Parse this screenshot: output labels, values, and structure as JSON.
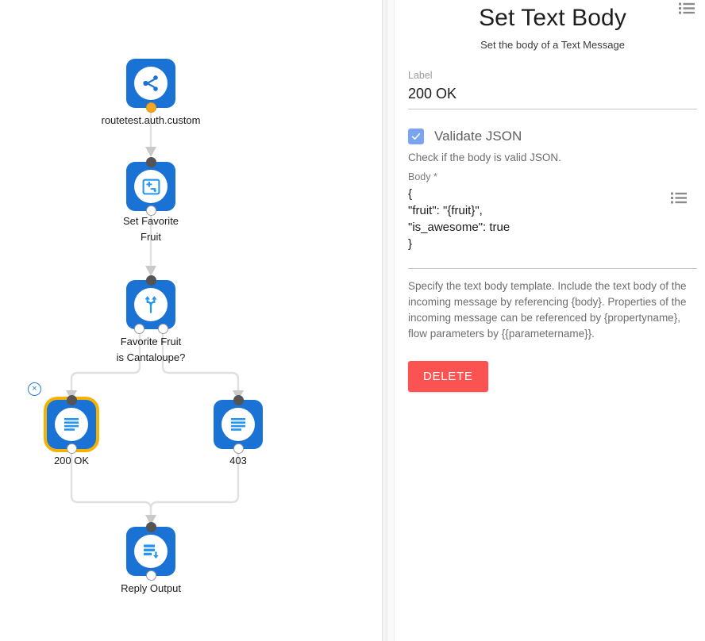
{
  "canvas": {
    "nodes": [
      {
        "id": "routetest",
        "label": "routetest.auth.custom",
        "icon": "share-nodes-icon",
        "selected": false,
        "in_port": false,
        "out_port": "orange"
      },
      {
        "id": "set-favorite-fruit",
        "label": "Set Favorite\nFruit",
        "icon": "set-property-icon",
        "selected": false,
        "in_port": true,
        "out_port": "plain"
      },
      {
        "id": "favorite-fruit-branch",
        "label": "Favorite Fruit\nis Cantaloupe?",
        "icon": "branch-icon",
        "selected": false,
        "in_port": true,
        "out_port": "dual"
      },
      {
        "id": "200-ok",
        "label": "200 OK",
        "icon": "text-body-icon",
        "selected": true,
        "in_port": true,
        "out_port": "plain"
      },
      {
        "id": "403",
        "label": "403",
        "icon": "text-body-icon",
        "selected": false,
        "in_port": true,
        "out_port": "plain"
      },
      {
        "id": "reply-output",
        "label": "Reply Output",
        "icon": "reply-output-icon",
        "selected": false,
        "in_port": true,
        "out_port": "plain"
      }
    ],
    "close_badge_glyph": "×",
    "edge_color": "#e0e0e0",
    "node_color": "#1a73d4",
    "selection_color": "#f5b301"
  },
  "panel": {
    "title": "Set Text Body",
    "subtitle": "Set the body of a Text Message",
    "label_field": {
      "label": "Label",
      "value": "200 OK"
    },
    "validate": {
      "checkbox_label": "Validate JSON",
      "checked": true,
      "hint": "Check if the body is valid JSON.",
      "checkbox_color": "#7ba4f0"
    },
    "body_field": {
      "label": "Body *",
      "value": "{\n\"fruit\": \"{fruit}\",\n\"is_awesome\": true\n}"
    },
    "help_text": "Specify the text body template. Include the text body of the incoming message by referencing {body}. Properties of the incoming message can be referenced by {propertyname}, flow parameters by {{parametername}}.",
    "delete_button": {
      "label": "DELETE",
      "color": "#fb5252"
    }
  }
}
